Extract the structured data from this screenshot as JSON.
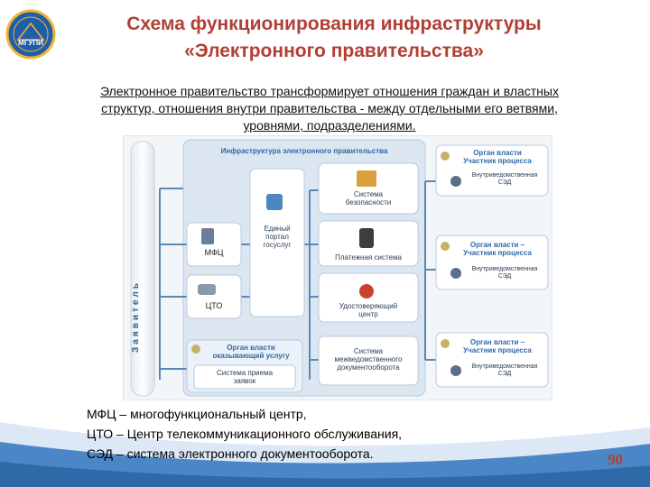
{
  "logo": {
    "text": "МГУПИ"
  },
  "title": {
    "line1": "Схема функционирования инфраструктуры",
    "line2": "«Электронного правительства»"
  },
  "intro": {
    "line1": "Электронное правительство трансформирует отношения граждан и властных",
    "line2": "структур, отношения внутри правительства - между отдельными его ветвями,",
    "line3": "уровнями, подразделениями."
  },
  "diagram": {
    "applicant": "Заявитель",
    "infrastructure_title": "Инфраструктура электронного правительства",
    "mfc": "МФЦ",
    "cto": "ЦТО",
    "portal": [
      "Единый",
      "портал",
      "госуслуг"
    ],
    "security": [
      "Система",
      "безопасности"
    ],
    "payment": "Платежная система",
    "ca": [
      "Удостоверяющий",
      "центр"
    ],
    "sed": [
      "Система",
      "межведомственного",
      "документооборота"
    ],
    "service_org": [
      "Орган власти",
      "оказывающий услугу"
    ],
    "reception": [
      "Система приема",
      "заявок"
    ],
    "participants": [
      {
        "title": [
          "Орган власти",
          "Участник процесса"
        ],
        "sed": [
          "Внутриведомственная",
          "СЭД"
        ]
      },
      {
        "title": [
          "Орган власти –",
          "Участник процесса"
        ],
        "sed": [
          "Внутриведомственная",
          "СЭД"
        ]
      },
      {
        "title": [
          "Орган власти –",
          "Участник процесса"
        ],
        "sed": [
          "Внутриведомственная",
          "СЭД"
        ]
      }
    ]
  },
  "legend": {
    "mfc": "МФЦ – многофункциональный центр,",
    "cto": "ЦТО – Центр телекоммуникационного обслуживания,",
    "sed": "СЭД – система электронного документооборота."
  },
  "page_number": "90",
  "colors": {
    "title": "#b23f34",
    "diagram_blue": "#2e6aa6",
    "band_blue": "#4b86c6"
  }
}
